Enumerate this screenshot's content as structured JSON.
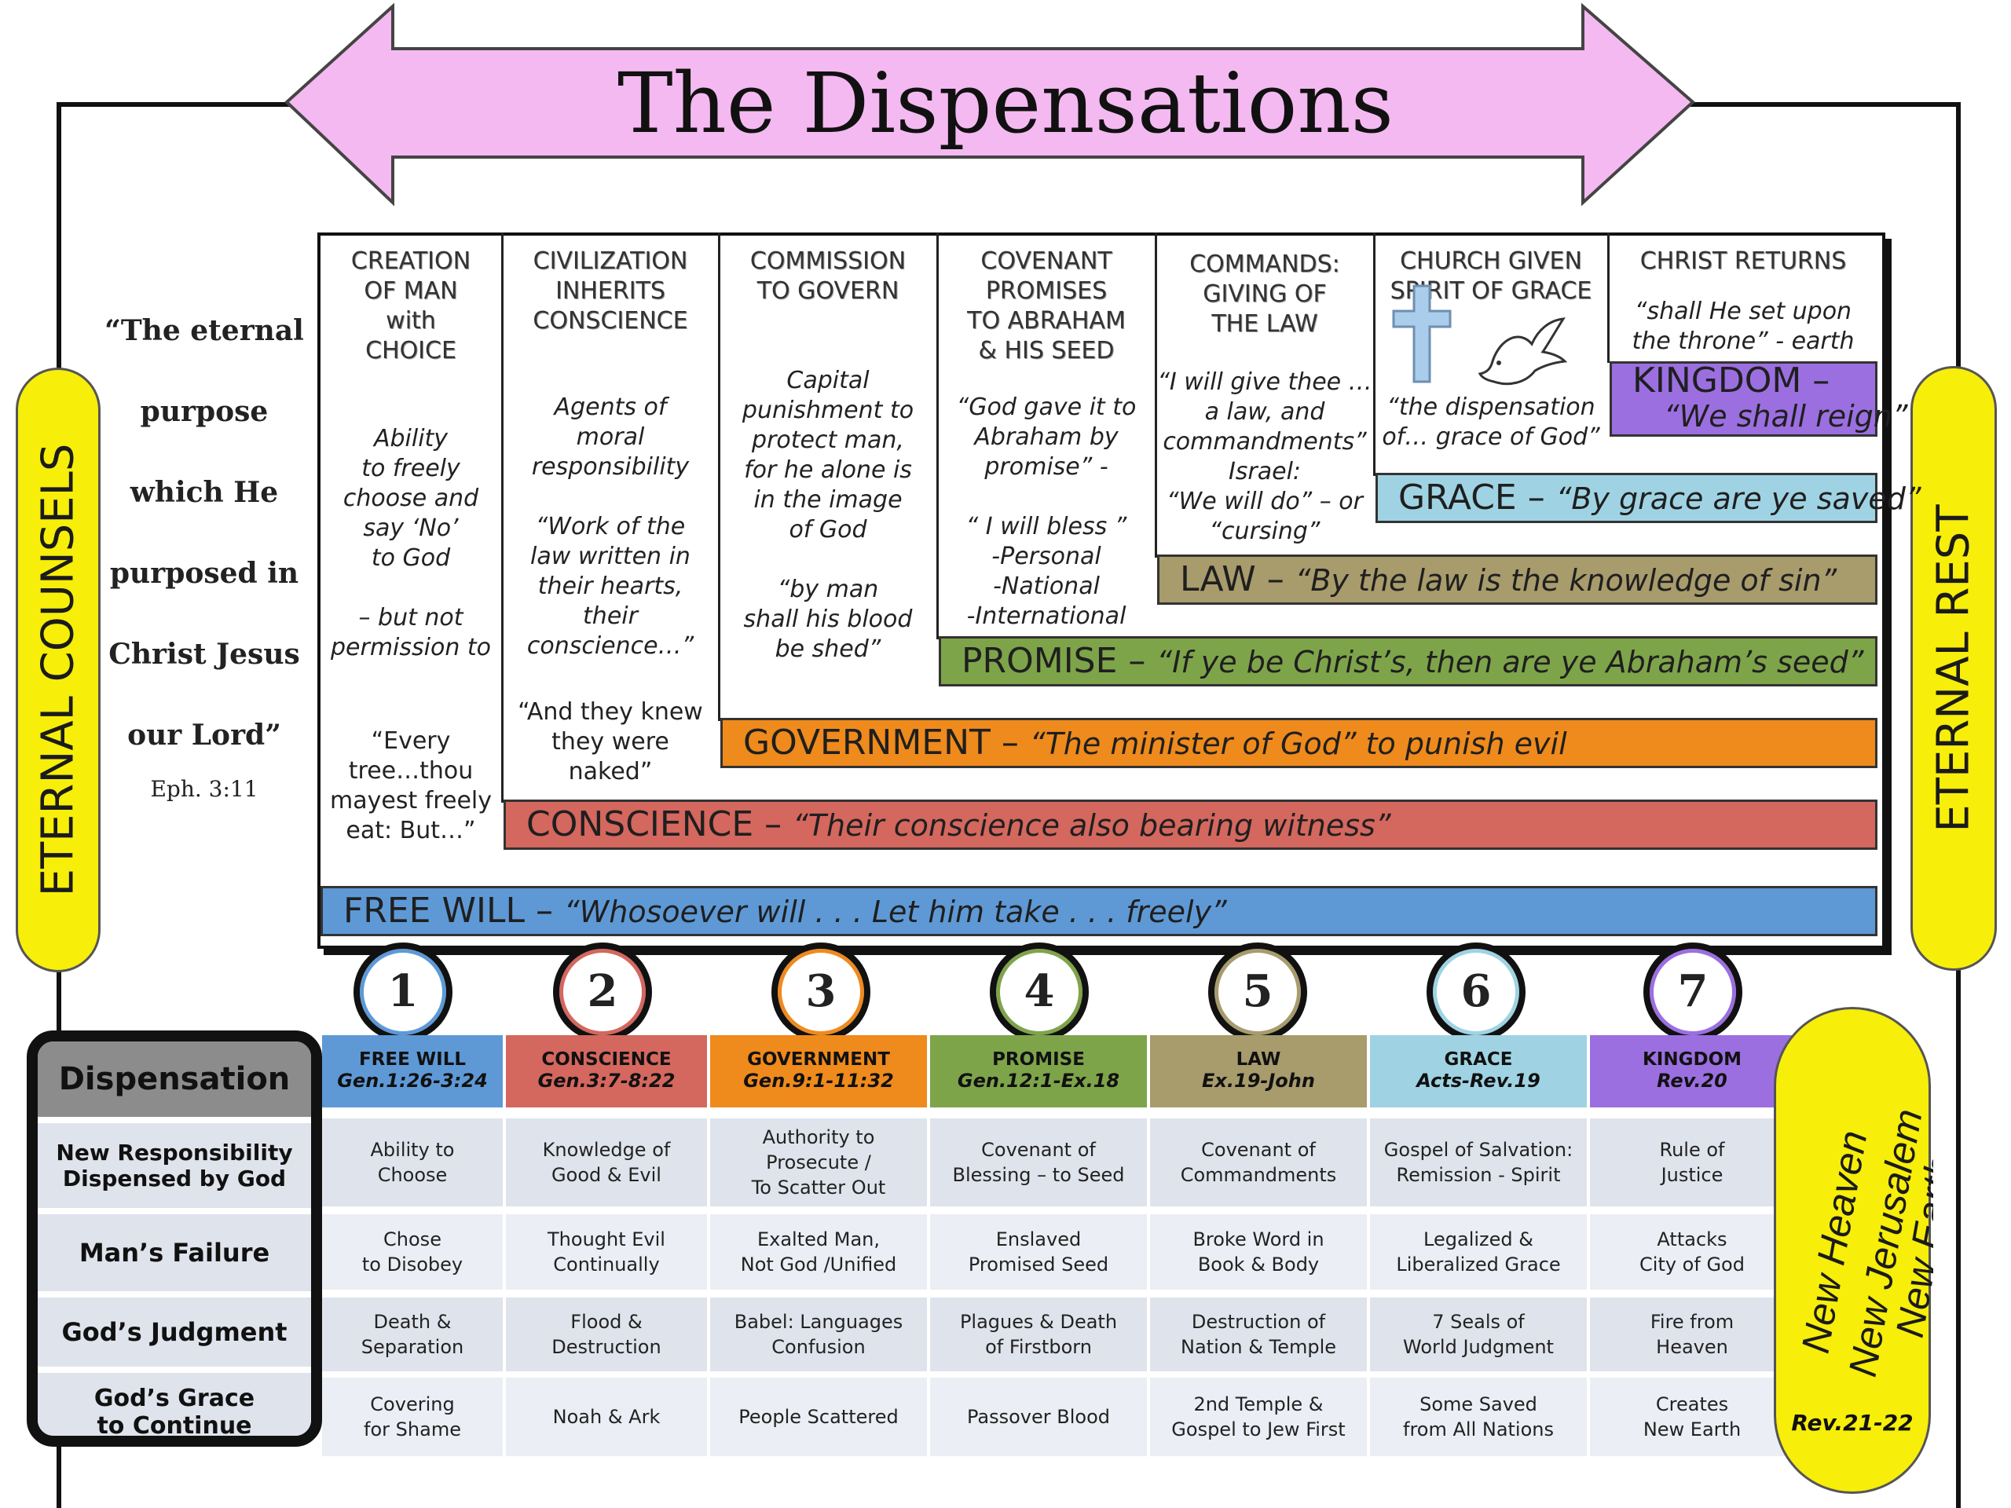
{
  "title": "The Dispensations",
  "left_pill": "ETERNAL COUNSELS",
  "right_pill": "ETERNAL REST",
  "quote": {
    "lines": [
      "“The eternal",
      "purpose",
      "which He",
      "purposed in",
      "Christ Jesus",
      "our Lord”"
    ],
    "ref": "Eph. 3:11"
  },
  "columns": [
    {
      "heading": "CREATION\nOF MAN\nwith\nCHOICE",
      "body": "Ability\nto freely\nchoose and\nsay ‘No’\nto God\n\n– but not\npermission to",
      "body2": "“Every\ntree…thou\nmayest freely\neat: But…”"
    },
    {
      "heading": "CIVILIZATION\nINHERITS\nCONSCIENCE",
      "body": "Agents of\nmoral\nresponsibility\n\n“Work of the\nlaw written in\ntheir hearts,\ntheir\nconscience…”",
      "body2": "“And they knew\nthey were\nnaked”"
    },
    {
      "heading": "COMMISSION\nTO GOVERN",
      "body": "Capital\npunishment to\nprotect man,\nfor he alone is\nin the image\nof God\n\n“by man\nshall his blood\nbe shed”"
    },
    {
      "heading": "COVENANT\nPROMISES\nTO ABRAHAM\n& HIS SEED",
      "body": "“God gave it to\nAbraham by\npromise” -\n\n“ I will bless ”\n-Personal\n-National\n-International"
    },
    {
      "heading": "COMMANDS:\nGIVING OF\nTHE LAW",
      "body": "“I will give thee …\na  law, and\ncommandments”\nIsrael:\n“We will do” – or\n“cursing”"
    },
    {
      "heading": "CHURCH GIVEN\nSPIRIT OF GRACE",
      "body": "“the dispensation\nof… grace of God”"
    },
    {
      "heading": "CHRIST RETURNS",
      "body": "“shall He set upon\nthe throne” - earth"
    }
  ],
  "bands": [
    {
      "label": "KINGDOM –",
      "quote": "“We shall reign”",
      "color": "#9b6fe0"
    },
    {
      "label": "GRACE –",
      "quote": "“By grace are ye saved”",
      "color": "#9fd3e3"
    },
    {
      "label": "LAW –",
      "quote": "“By the law is the knowledge of sin”",
      "color": "#a89b6c"
    },
    {
      "label": "PROMISE –",
      "quote": "“If ye be Christ’s, then are ye Abraham’s seed”",
      "color": "#7ea44a"
    },
    {
      "label": "GOVERNMENT –",
      "quote": "“The minister of God”  to punish evil",
      "color": "#ef8a1c"
    },
    {
      "label": "CONSCIENCE –",
      "quote": "“Their conscience also bearing witness”",
      "color": "#d4675e"
    },
    {
      "label": "FREE WILL –",
      "quote": "“Whosoever will . . . Let him take  . . . freely”",
      "color": "#5e99d6"
    }
  ],
  "numbers": [
    "1",
    "2",
    "3",
    "4",
    "5",
    "6",
    "7"
  ],
  "ring_colors": [
    "#5e99d6",
    "#d4675e",
    "#ef8a1c",
    "#7ea44a",
    "#a89b6c",
    "#9fd3e3",
    "#9b6fe0"
  ],
  "legend": {
    "header": "Dispensation",
    "rows": [
      "New Responsibility\nDispensed by God",
      "Man’s Failure",
      "God’s Judgment",
      "God’s Grace\nto Continue"
    ]
  },
  "table": {
    "headers": [
      {
        "name": "FREE WILL",
        "ref": "Gen.1:26-3:24",
        "color": "#5e99d6"
      },
      {
        "name": "CONSCIENCE",
        "ref": "Gen.3:7-8:22",
        "color": "#d4675e"
      },
      {
        "name": "GOVERNMENT",
        "ref": "Gen.9:1-11:32",
        "color": "#ef8a1c"
      },
      {
        "name": "PROMISE",
        "ref": "Gen.12:1-Ex.18",
        "color": "#7ea44a"
      },
      {
        "name": "LAW",
        "ref": "Ex.19-John",
        "color": "#a89b6c"
      },
      {
        "name": "GRACE",
        "ref": "Acts-Rev.19",
        "color": "#9fd3e3"
      },
      {
        "name": "KINGDOM",
        "ref": "Rev.20",
        "color": "#9b6fe0"
      }
    ],
    "rows": [
      [
        "Ability to\nChoose",
        "Knowledge of\nGood & Evil",
        "Authority to\nProsecute  /\nTo  Scatter Out",
        "Covenant of\nBlessing – to Seed",
        "Covenant of\nCommandments",
        "Gospel of Salvation:\nRemission - Spirit",
        "Rule of\nJustice"
      ],
      [
        "Chose\nto Disobey",
        "Thought Evil\nContinually",
        "Exalted Man,\nNot God /Unified",
        "Enslaved\nPromised Seed",
        "Broke  Word in\nBook & Body",
        "Legalized &\nLiberalized Grace",
        "Attacks\nCity of God"
      ],
      [
        "Death &\nSeparation",
        "Flood &\nDestruction",
        "Babel: Languages\nConfusion",
        "Plagues & Death\nof Firstborn",
        "Destruction of\nNation & Temple",
        "7 Seals of\nWorld Judgment",
        "Fire from\nHeaven"
      ],
      [
        "Covering\nfor Shame",
        "Noah & Ark",
        "People Scattered",
        "Passover Blood",
        "2nd Temple  &\nGospel to Jew First",
        "Some Saved\nfrom All Nations",
        "Creates\nNew Earth"
      ]
    ]
  },
  "new_pill": {
    "lines": [
      "New Heaven",
      "New Jerusalem",
      "New Earth"
    ],
    "ref": "Rev.21-22"
  }
}
